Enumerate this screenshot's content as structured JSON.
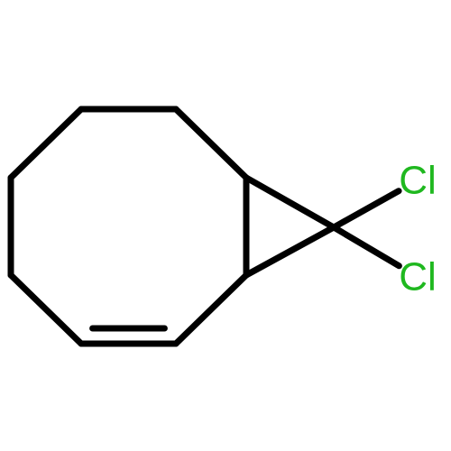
{
  "molecule": {
    "atoms": [
      {
        "id": "c1",
        "element": "C"
      },
      {
        "id": "c2",
        "element": "C"
      },
      {
        "id": "c3",
        "element": "C"
      },
      {
        "id": "c4",
        "element": "C"
      },
      {
        "id": "c5",
        "element": "C"
      },
      {
        "id": "c6",
        "element": "C"
      },
      {
        "id": "c7",
        "element": "C"
      },
      {
        "id": "c8",
        "element": "C"
      },
      {
        "id": "c9",
        "element": "C"
      },
      {
        "id": "cl1",
        "element": "Cl",
        "label": "Cl"
      },
      {
        "id": "cl2",
        "element": "Cl",
        "label": "Cl"
      }
    ],
    "bonds": [
      {
        "from": "c1",
        "to": "c2",
        "order": 1
      },
      {
        "from": "c2",
        "to": "c3",
        "order": 1
      },
      {
        "from": "c3",
        "to": "c4",
        "order": 1
      },
      {
        "from": "c4",
        "to": "c5",
        "order": 1
      },
      {
        "from": "c5",
        "to": "c6",
        "order": 2
      },
      {
        "from": "c6",
        "to": "c7",
        "order": 1
      },
      {
        "from": "c7",
        "to": "c8",
        "order": 1
      },
      {
        "from": "c8",
        "to": "c1",
        "order": 1
      },
      {
        "from": "c8",
        "to": "c9",
        "order": 1
      },
      {
        "from": "c7",
        "to": "c9",
        "order": 1
      },
      {
        "from": "c9",
        "to": "cl1",
        "order": 1
      },
      {
        "from": "c9",
        "to": "cl2",
        "order": 1
      }
    ]
  },
  "colors": {
    "bond": "#000000",
    "chlorine": "#1fb81f",
    "background": "#ffffff"
  }
}
